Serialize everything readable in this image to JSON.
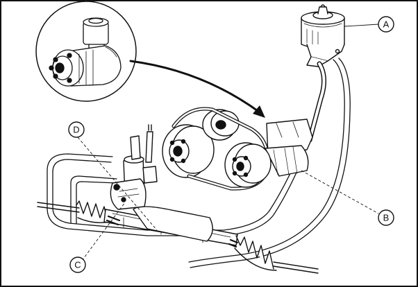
{
  "callouts": {
    "a": "A",
    "b": "B",
    "c": "C",
    "d": "D"
  },
  "colors": {
    "ink": "#111111",
    "paper": "#ffffff"
  }
}
